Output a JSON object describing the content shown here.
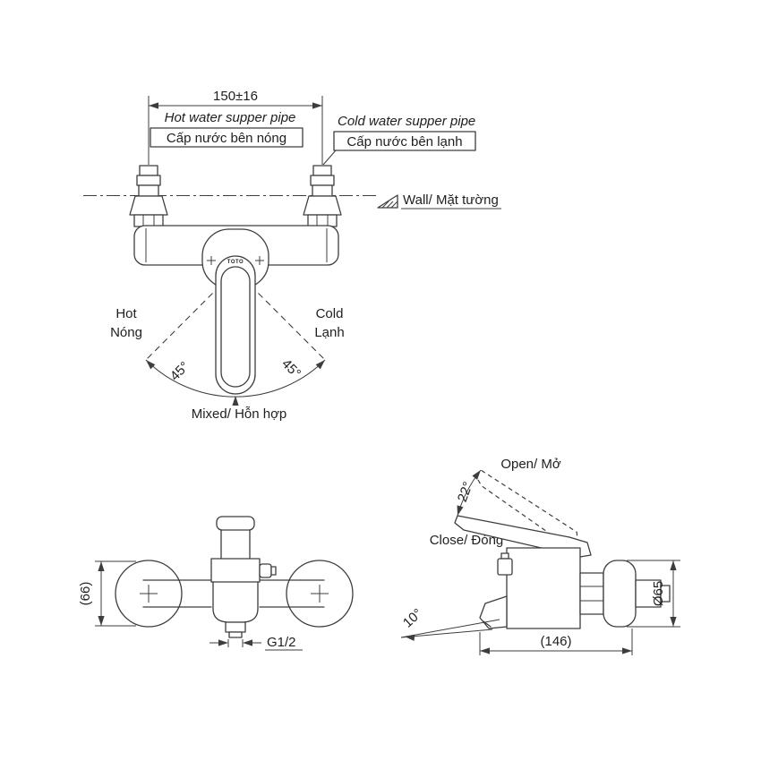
{
  "window": {
    "background": "#ffffff"
  },
  "palette": {
    "line": "#3d3d3d",
    "text": "#1f1f1f"
  },
  "top_view": {
    "dim_pipe_spacing": "150±16",
    "hot_pipe_en": "Hot water supper pipe",
    "hot_pipe_vi": "Cấp nước bên nóng",
    "cold_pipe_en": "Cold water supper pipe",
    "cold_pipe_vi": "Cấp nước bên lạnh",
    "wall_label": "Wall/ Mặt tường",
    "hot_en": "Hot",
    "hot_vi": "Nóng",
    "cold_en": "Cold",
    "cold_vi": "Lạnh",
    "angle_left": "45°",
    "angle_right": "45°",
    "mixed_label": "Mixed/ Hỗn hợp",
    "brand": "TOTO"
  },
  "front_view": {
    "dim_height": "(66)",
    "outlet_thread": "G1/2"
  },
  "side_view": {
    "open_label": "Open/ Mở",
    "open_angle": "22°",
    "close_label": "Close/ Đóng",
    "spout_angle": "10°",
    "dim_depth": "(146)",
    "dim_flange_diameter": "Ø65"
  }
}
